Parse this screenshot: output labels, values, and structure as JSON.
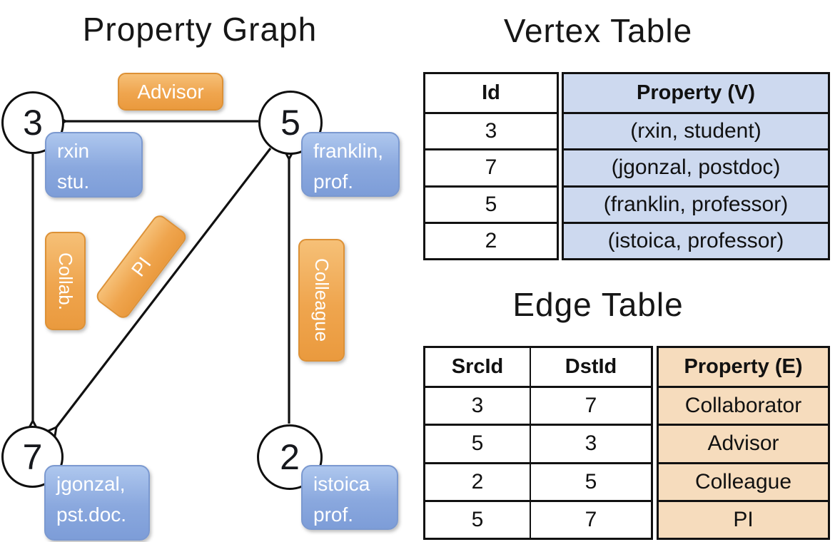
{
  "graph": {
    "title": "Property Graph",
    "nodes": [
      {
        "id": "3",
        "property_lines": [
          "rxin",
          "stu."
        ]
      },
      {
        "id": "5",
        "property_lines": [
          "franklin,",
          "prof."
        ]
      },
      {
        "id": "7",
        "property_lines": [
          "jgonzal,",
          "pst.doc."
        ]
      },
      {
        "id": "2",
        "property_lines": [
          "istoica",
          "prof."
        ]
      }
    ],
    "edges": [
      {
        "label": "Advisor",
        "src": "5",
        "dst": "3"
      },
      {
        "label": "Collab.",
        "src": "3",
        "dst": "7"
      },
      {
        "label": "PI",
        "src": "5",
        "dst": "7"
      },
      {
        "label": "Colleague",
        "src": "2",
        "dst": "5"
      }
    ]
  },
  "vertex_table": {
    "title": "Vertex Table",
    "columns": {
      "id": "Id",
      "property": "Property (V)"
    },
    "rows": [
      {
        "id": "3",
        "property": "(rxin, student)"
      },
      {
        "id": "7",
        "property": "(jgonzal, postdoc)"
      },
      {
        "id": "5",
        "property": "(franklin, professor)"
      },
      {
        "id": "2",
        "property": "(istoica, professor)"
      }
    ]
  },
  "edge_table": {
    "title": "Edge Table",
    "columns": {
      "src": "SrcId",
      "dst": "DstId",
      "property": "Property (E)"
    },
    "rows": [
      {
        "src": "3",
        "dst": "7",
        "property": "Collaborator"
      },
      {
        "src": "5",
        "dst": "3",
        "property": "Advisor"
      },
      {
        "src": "2",
        "dst": "5",
        "property": "Colleague"
      },
      {
        "src": "5",
        "dst": "7",
        "property": "PI"
      }
    ]
  },
  "colors": {
    "edge_label_orange": "#efa44d",
    "node_property_blue": "#8cabdf",
    "vertex_table_fill": "#cdd9ef",
    "edge_table_fill": "#f6dcbd",
    "line_black": "#111111"
  }
}
